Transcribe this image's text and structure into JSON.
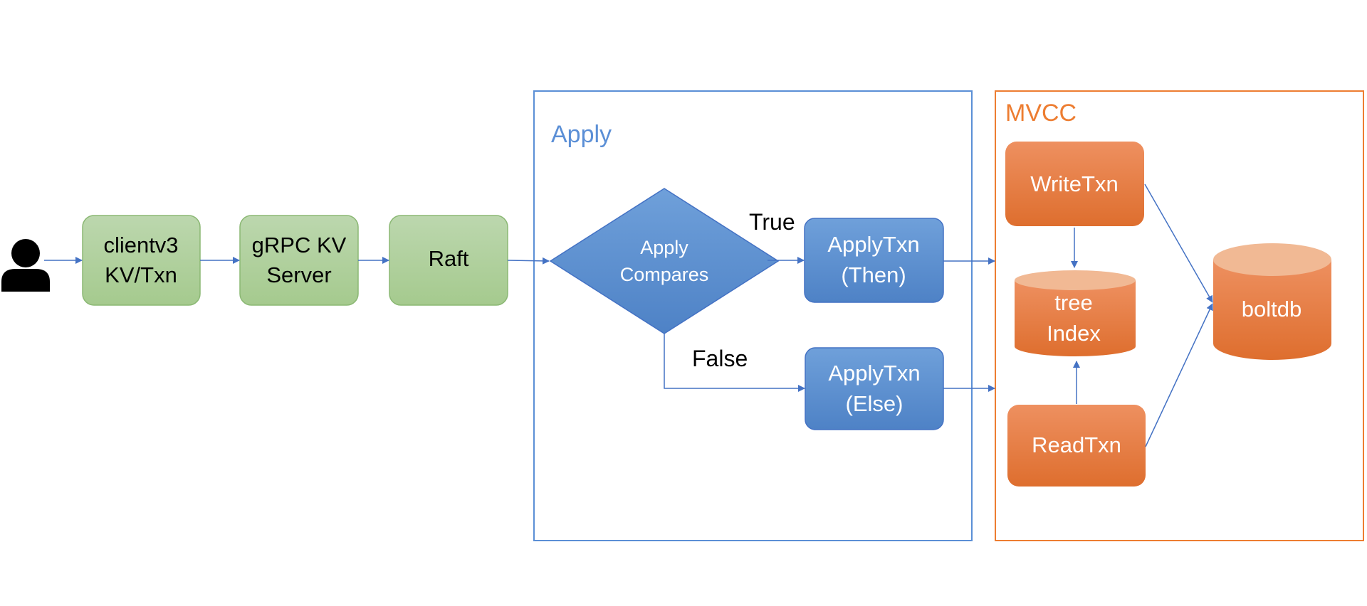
{
  "colors": {
    "green_fill_top": "#BCD7AE",
    "green_fill_bottom": "#A5CA8E",
    "green_stroke": "#8BB874",
    "blue_fill_top": "#6FA0DA",
    "blue_fill_bottom": "#4E82C6",
    "blue_stroke": "#4472C4",
    "orange_fill_top": "#EE9060",
    "orange_fill_bottom": "#DE6E2E",
    "orange_top_face": "#F1B994",
    "apply_border": "#5B8FD6",
    "mvcc_border": "#ED7D31",
    "arrow": "#4472C4",
    "user_icon": "#000000"
  },
  "nodes": {
    "user": {
      "icon": "user-icon"
    },
    "clientv3": {
      "line1": "clientv3",
      "line2": "KV/Txn"
    },
    "grpc": {
      "line1": "gRPC KV",
      "line2": "Server"
    },
    "raft": {
      "label": "Raft"
    },
    "apply_compares": {
      "line1": "Apply",
      "line2": "Compares"
    },
    "apply_then": {
      "line1": "ApplyTxn",
      "line2": "(Then)"
    },
    "apply_else": {
      "line1": "ApplyTxn",
      "line2": "(Else)"
    },
    "write_txn": {
      "label": "WriteTxn"
    },
    "tree_index": {
      "line1": "tree",
      "line2": "Index"
    },
    "read_txn": {
      "label": "ReadTxn"
    },
    "boltdb": {
      "label": "boltdb"
    }
  },
  "groups": {
    "apply": {
      "label": "Apply"
    },
    "mvcc": {
      "label": "MVCC"
    }
  },
  "edges": {
    "true_label": "True",
    "false_label": "False"
  }
}
